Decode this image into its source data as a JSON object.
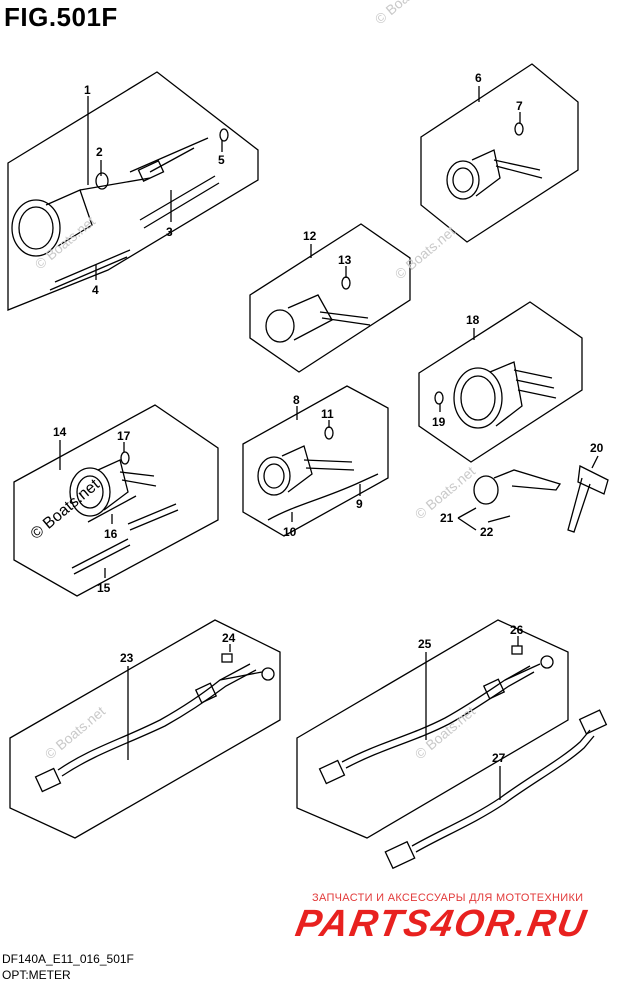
{
  "figure_title": "FIG.501F",
  "footer": {
    "model_code": "DF140A_E11_016_501F",
    "section_name": "OPT:METER"
  },
  "watermark": "© Boats.net",
  "banner": {
    "tagline": "ЗАПЧАСТИ И АКСЕССУАРЫ ДЛЯ МОТОТЕХНИКИ",
    "brand": "PARTS4OR.RU"
  },
  "callouts": [
    "1",
    "2",
    "3",
    "4",
    "5",
    "6",
    "7",
    "8",
    "9",
    "10",
    "11",
    "12",
    "13",
    "14",
    "15",
    "16",
    "17",
    "18",
    "19",
    "20",
    "21",
    "22",
    "23",
    "24",
    "25",
    "26",
    "27"
  ]
}
